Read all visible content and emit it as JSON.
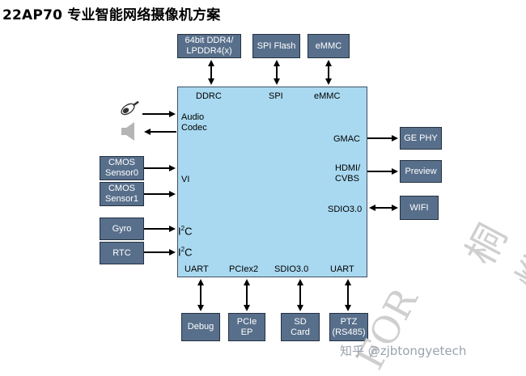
{
  "title": "22AP70 专业智能网络摄像机方案",
  "blocks": {
    "ddr": "64bit DDR4/\nLPDDR4(x)",
    "spiflash": "SPI Flash",
    "emmc": "eMMC",
    "cmos0": "CMOS\nSensor0",
    "cmos1": "CMOS\nSensor1",
    "gyro": "Gyro",
    "rtc": "RTC",
    "gephy": "GE PHY",
    "preview": "Preview",
    "wifi": "WIFI",
    "debug": "Debug",
    "pcie": "PCIe\nEP",
    "sdcard": "SD\nCard",
    "ptz": "PTZ\n(RS485)"
  },
  "labels": {
    "ddrc": "DDRC",
    "spi": "SPI",
    "emmc": "eMMC",
    "audio": "Audio\nCodec",
    "vi": "VI",
    "i2c": "I",
    "i2c_sup": "2",
    "i2c_tail": "C",
    "gmac": "GMAC",
    "hdmi": "HDMI/\nCVBS",
    "sdio_r": "SDIO3.0",
    "uart_l": "UART",
    "pciex2": "PCIex2",
    "sdio_b": "SDIO3.0",
    "uart_r": "UART"
  },
  "watermark": {
    "brand": "桐烨",
    "text": "FOR",
    "zhihu": "知乎 @zjbtongyetech"
  }
}
